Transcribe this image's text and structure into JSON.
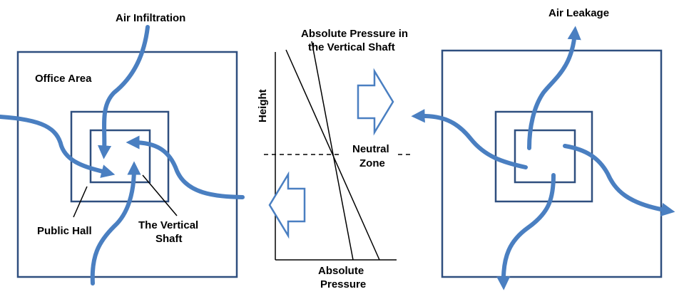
{
  "left_panel": {
    "title": "Air Infiltration",
    "office_label": "Office Area",
    "hall_label": "Public Hall",
    "shaft_label_line1": "The Vertical",
    "shaft_label_line2": "Shaft"
  },
  "middle_panel": {
    "shaft_pressure_line1": "Absolute Pressure in",
    "shaft_pressure_line2": "the Vertical Shaft",
    "y_axis_label": "Height",
    "x_axis_line1": "Absolute",
    "x_axis_line2": "Pressure",
    "neutral_line1": "Neutral",
    "neutral_line2": "Zone"
  },
  "right_panel": {
    "title": "Air Leakage"
  },
  "colors": {
    "flow": "#4a7fc1",
    "box": "#2f4f7f"
  }
}
